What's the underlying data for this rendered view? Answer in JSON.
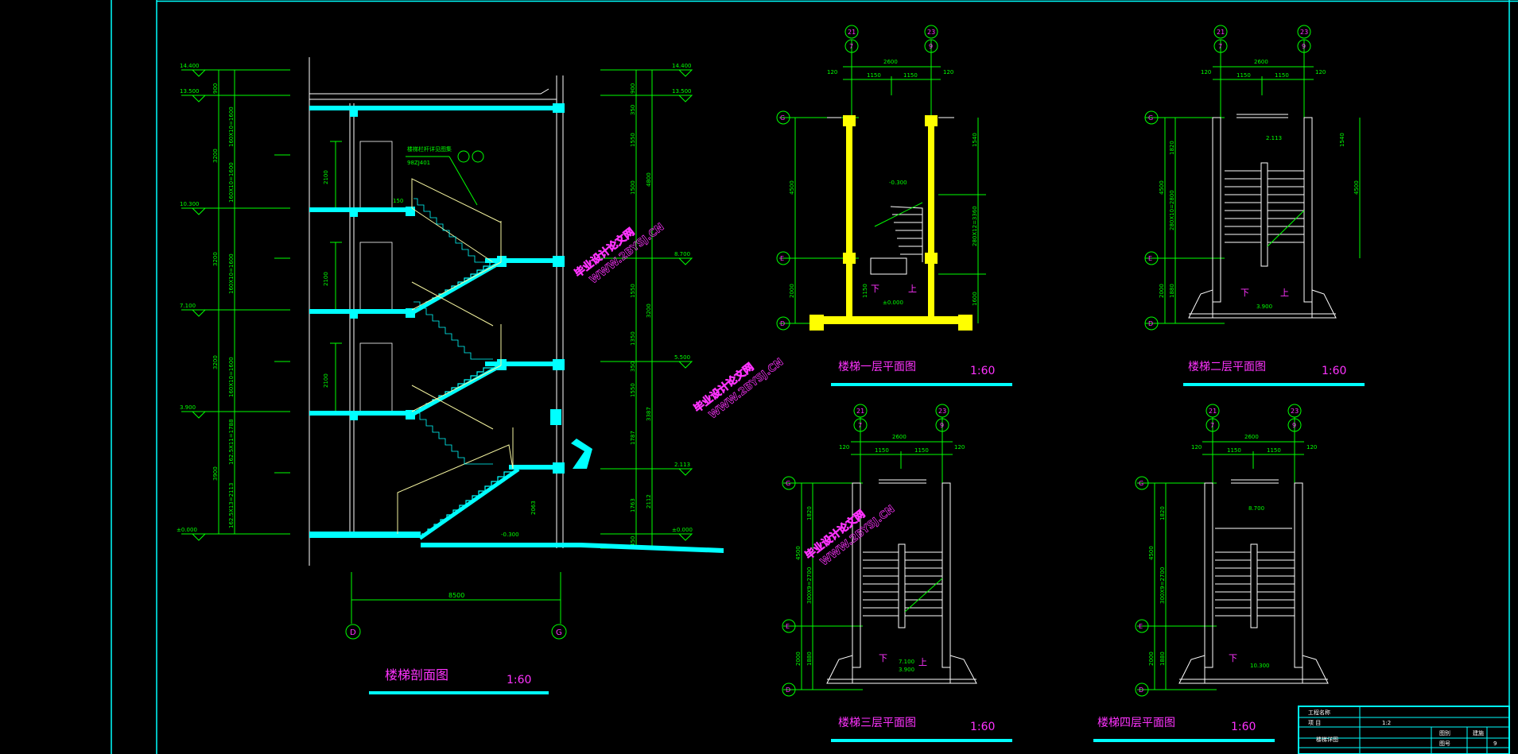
{
  "colors": {
    "background": "#000000",
    "frame": "#00ffff",
    "dim": "#00ff00",
    "wall": "#00ffff",
    "highlight": "#ffff00",
    "stair": "#f5f5a0",
    "title": "#ff33ff",
    "watermark": "#ffffff"
  },
  "section": {
    "title": "楼梯剖面图",
    "scale": "1:60",
    "grid_left": "D",
    "grid_right": "G",
    "width_dim": "8500",
    "left_levels": [
      "14.400",
      "13.500",
      "10.300",
      "7.100",
      "3.900",
      "±0.000"
    ],
    "right_levels": [
      "14.400",
      "13.500",
      "8.700",
      "5.500",
      "2.113",
      "±0.000"
    ],
    "left_segments": [
      "900",
      "3200",
      "3200",
      "3200",
      "3900"
    ],
    "left_steps": [
      "160X10=1600",
      "160X10=1600",
      "160X10=1600",
      "160X10=1600",
      "162.5X11=1788",
      "162.5X13=2113"
    ],
    "right_segments": [
      "900",
      "350",
      "1550",
      "1500",
      "4800",
      "1550",
      "3200",
      "1350",
      "350",
      "1550",
      "3387",
      "1787",
      "2112",
      "1763",
      "450"
    ],
    "door_heights": [
      "2100",
      "2100",
      "2100"
    ],
    "annotation": "楼梯栏杆详见图集",
    "annotation_ref": "98ZJ401",
    "pit_level": "-0.300",
    "pit_dim": "2063",
    "rail_dim": "150"
  },
  "plans": [
    {
      "title": "楼梯一层平面图",
      "scale": "1:60",
      "grid_top": [
        "21",
        "23",
        "7",
        "9"
      ],
      "grid_side": [
        "G",
        "E",
        "D"
      ],
      "top_dims": [
        "2600",
        "1150",
        "1150",
        "120",
        "120"
      ],
      "left_dims": [
        "4500",
        "2000"
      ],
      "right_dims": [
        "1540",
        "280X12=3360",
        "1600"
      ],
      "level": "-0.300",
      "floor": "±0.000",
      "down": "下",
      "up": "上",
      "mid": "1150"
    },
    {
      "title": "楼梯二层平面图",
      "scale": "1:60",
      "grid_top": [
        "21",
        "23",
        "7",
        "9"
      ],
      "grid_side": [
        "G",
        "E",
        "D"
      ],
      "top_dims": [
        "2600",
        "1150",
        "1150",
        "120",
        "120"
      ],
      "left_dims": [
        "1820",
        "4500",
        "280X10=2800",
        "2000",
        "1880"
      ],
      "right_dims": [
        "1540",
        "4500"
      ],
      "level": "2.113",
      "floor": "3.900",
      "down": "下",
      "up": "上"
    },
    {
      "title": "楼梯三层平面图",
      "scale": "1:60",
      "grid_top": [
        "21",
        "23",
        "7",
        "9"
      ],
      "grid_side": [
        "G",
        "E",
        "D"
      ],
      "top_dims": [
        "2600",
        "1150",
        "1150",
        "120",
        "120"
      ],
      "left_dims": [
        "1820",
        "4500",
        "300X9=2700",
        "2000",
        "1880"
      ],
      "level": "7.100",
      "floor": "3.900",
      "down": "下",
      "up": "上"
    },
    {
      "title": "楼梯四层平面图",
      "scale": "1:60",
      "grid_top": [
        "21",
        "23",
        "7",
        "9"
      ],
      "grid_side": [
        "G",
        "E",
        "D"
      ],
      "top_dims": [
        "2600",
        "1150",
        "1150",
        "120",
        "120"
      ],
      "left_dims": [
        "1820",
        "4500",
        "300X9=2700",
        "2000",
        "1880"
      ],
      "level": "8.700",
      "floor": "10.300",
      "down": "下"
    }
  ],
  "titleblock": {
    "project_label": "工程名称",
    "item_label": "项  目",
    "scale_value": "1:2",
    "drawing_name": "楼梯详图",
    "r1": "图别",
    "r2": "图号",
    "r1_val": "建施",
    "r2_val": "9"
  },
  "watermarks": [
    "毕业设计论文网",
    "WWW.2BYSJ.CN"
  ]
}
